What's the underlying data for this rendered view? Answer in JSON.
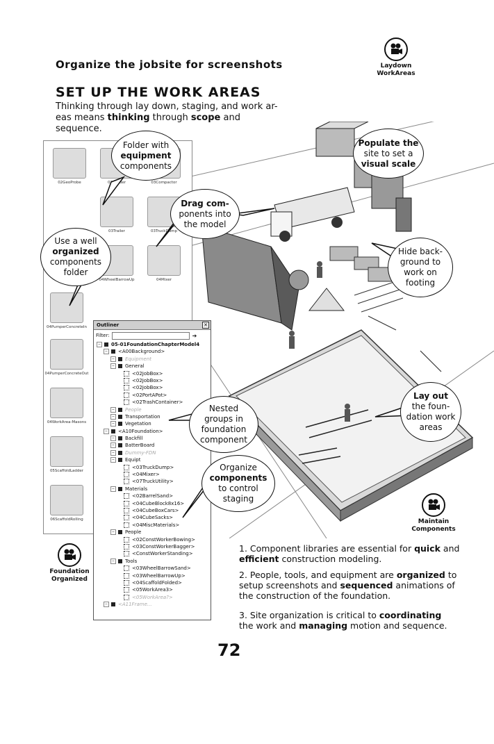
{
  "header": {
    "section": "Organize the jobsite for screenshots",
    "title": "SET UP THE WORK AREAS",
    "intro_a": "Thinking through lay down, staging, and work ar-",
    "intro_b1": "eas means ",
    "intro_b_bold1": "thinking",
    "intro_b2": " through ",
    "intro_b_bold2": "scope",
    "intro_b3": " and sequence."
  },
  "badges": {
    "laydown": "Laydown WorkAreas",
    "maintain": "Maintain Components",
    "foundation": "Foundation Organized"
  },
  "bubbles": {
    "folder": [
      "Folder with",
      "equipment",
      "components"
    ],
    "populate": [
      "Populate the",
      "site to set a",
      "visual scale"
    ],
    "drag": [
      "Drag com-",
      "ponents into",
      "the model"
    ],
    "organized": [
      "Use a well",
      "organized",
      "components",
      "folder"
    ],
    "hide": [
      "Hide back-",
      "ground to",
      "work on",
      "footing"
    ],
    "layout": [
      "Lay out",
      "the foun-",
      "dation work",
      "areas"
    ],
    "nested": [
      "Nested",
      "groups in",
      "foundation",
      "component"
    ],
    "organize": [
      "Organize",
      "components",
      "to control",
      "staging"
    ]
  },
  "library": [
    "02GeoProbe",
    "03Grader",
    "03Compactor",
    "03Trailer",
    "03TruckDump",
    "04WheelBarrowUp",
    "04Mixer",
    "04PumperConcreteIn",
    "04PumperConcreteOut",
    "04WorkArea-Masons",
    "05ScaffoldLadder",
    "06ScaffoldRolling"
  ],
  "outliner": {
    "title": "Outliner",
    "close": "✕",
    "filter_label": "Filter:",
    "rows": [
      {
        "t": "05-01FoundationChapterModel4",
        "lvl": 0,
        "bold": true
      },
      {
        "t": "<A00Background>",
        "lvl": 1
      },
      {
        "t": "Equipment",
        "lvl": 2,
        "dim": true
      },
      {
        "t": "General",
        "lvl": 2
      },
      {
        "t": "<02JobBox>",
        "lvl": 3
      },
      {
        "t": "<02JobBox>",
        "lvl": 3
      },
      {
        "t": "<02JobBox>",
        "lvl": 3
      },
      {
        "t": "<02PortAPot>",
        "lvl": 3
      },
      {
        "t": "<02TrashContainer>",
        "lvl": 3
      },
      {
        "t": "People",
        "lvl": 2,
        "dim": true
      },
      {
        "t": "Transportation",
        "lvl": 2
      },
      {
        "t": "Vegetation",
        "lvl": 2
      },
      {
        "t": "<A10Foundation>",
        "lvl": 1
      },
      {
        "t": "Backfill",
        "lvl": 2
      },
      {
        "t": "BatterBoard",
        "lvl": 2
      },
      {
        "t": "Dummy-FDN",
        "lvl": 2,
        "dim": true
      },
      {
        "t": "Equipt",
        "lvl": 2
      },
      {
        "t": "<03TruckDump>",
        "lvl": 3
      },
      {
        "t": "<04Mixer>",
        "lvl": 3
      },
      {
        "t": "<07TruckUtility>",
        "lvl": 3
      },
      {
        "t": "Materials",
        "lvl": 2
      },
      {
        "t": "<02BarrelSand>",
        "lvl": 3
      },
      {
        "t": "<04CubeBlock8x16>",
        "lvl": 3
      },
      {
        "t": "<04CubeBoxCars>",
        "lvl": 3
      },
      {
        "t": "<04CubeSacks>",
        "lvl": 3
      },
      {
        "t": "<04MiscMaterials>",
        "lvl": 3
      },
      {
        "t": "People",
        "lvl": 2
      },
      {
        "t": "<02ConstWorkerBowing>",
        "lvl": 3
      },
      {
        "t": "<03ConstWorkerBagger>",
        "lvl": 3
      },
      {
        "t": "<ConstWorkerStanding>",
        "lvl": 3
      },
      {
        "t": "Tools",
        "lvl": 2
      },
      {
        "t": "<03WheelBarrowSand>",
        "lvl": 3
      },
      {
        "t": "<03WheelBarrowUp>",
        "lvl": 3
      },
      {
        "t": "<04ScaffoldFolded>",
        "lvl": 3
      },
      {
        "t": "<05WorkArea3>",
        "lvl": 3
      },
      {
        "t": "<05WorkArea?>",
        "lvl": 3,
        "dim": true
      },
      {
        "t": "<A11Frame...",
        "lvl": 1,
        "dim": true
      }
    ]
  },
  "notes": {
    "n1a": "1. Component libraries are essential for ",
    "n1b": "quick",
    "n1c": " and",
    "n1d": "efficient",
    "n1e": " construction modeling.",
    "n2a": "2. People, tools, and equipment are ",
    "n2b": "organized",
    "n2c": " to",
    "n2d": "setup screenshots and ",
    "n2e": "sequenced",
    "n2f": " animations of",
    "n2g": "the construction of the foundation.",
    "n3a": "3. Site organization is critical to ",
    "n3b": "coordinating",
    "n3c": "the work and ",
    "n3d": "managing",
    "n3e": " motion and sequence."
  },
  "page_number": "72"
}
